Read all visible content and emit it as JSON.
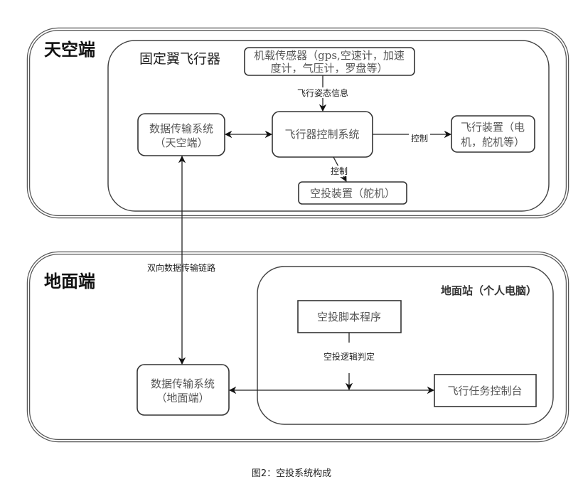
{
  "figure": {
    "caption": "图2：空投系统构成",
    "colors": {
      "stroke": "#333333",
      "text": "#555555",
      "background": "#ffffff"
    }
  },
  "zones": {
    "air": {
      "title": "天空端",
      "aircraft_title": "固定翼飞行器"
    },
    "ground": {
      "title": "地面端",
      "station_title": "地面站（个人电脑）"
    }
  },
  "nodes": {
    "sensors": {
      "line1": "机载传感器（gps,空速计，加速",
      "line2": "度计，气压计，罗盘等）"
    },
    "flight_control": {
      "line1": "飞行器控制系统"
    },
    "data_air": {
      "line1": "数据传输系统",
      "line2": "（天空端）"
    },
    "flight_device": {
      "line1": "飞行装置（电",
      "line2": "机，舵机等）"
    },
    "drop_device": {
      "line1": "空投装置（舵机）"
    },
    "drop_script": {
      "line1": "空投脚本程序"
    },
    "mission_console": {
      "line1": "飞行任务控制台"
    },
    "data_ground": {
      "line1": "数据传输系统",
      "line2": "（地面端）"
    }
  },
  "edges": {
    "sensors_to_fc": "飞行姿态信息",
    "fc_to_flight_device": "控制",
    "fc_to_drop_device": "控制",
    "datalink": "双向数据传输链路",
    "script_logic": "空投逻辑判定"
  }
}
